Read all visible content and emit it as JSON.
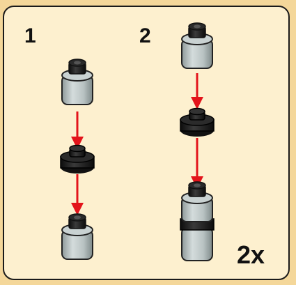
{
  "steps": [
    {
      "number": "1"
    },
    {
      "number": "2"
    }
  ],
  "multiplier": "2x",
  "colors": {
    "background": "#f4d79a",
    "panel": "#fdf0cf",
    "arrow": "#e3141b",
    "brick_gray": "#b8c2c2",
    "brick_black": "#1e1e1e"
  }
}
